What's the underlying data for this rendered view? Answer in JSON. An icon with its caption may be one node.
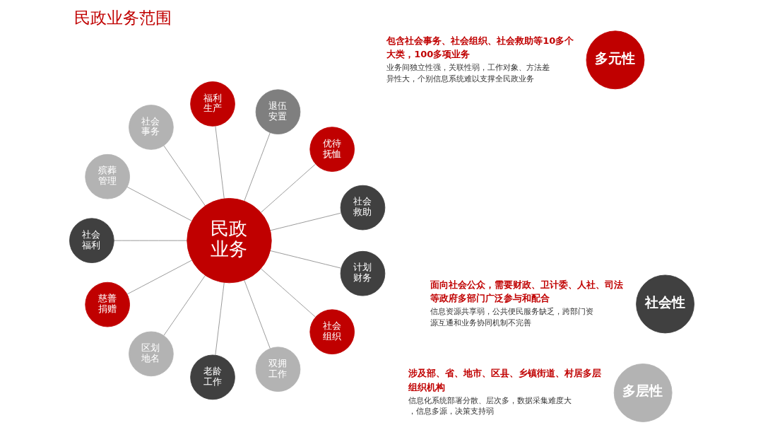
{
  "diagram": {
    "title": "民政业务范围",
    "nodes": [
      {
        "text": [
          "多元性"
        ],
        "beside": [
          "包含社会事务、社会组织、社会救助等10多个大类，100多项业务",
          "业务间独立性强，关联性弱，工作对象、方法差异性大，个别信息系统难以支撑全民政业务"
        ]
      },
      {
        "text": [
          "多层性"
        ],
        "beside": [
          "涉及部、省、地市、区县、乡镇街道、村居多层组织机构",
          "信息化系统部署分散、层次多，数据采集难度大，信息多源，决策支持弱"
        ]
      },
      {
        "text": [
          "社会性"
        ],
        "beside": [
          "面向社会公众，需要财政、卫计委、人社、司法等政府多部门广泛参与和配合",
          "信息资源共享弱，公共便民服务缺乏，跨部门资源互通和业务协同机制不完善"
        ]
      },
      {
        "text": [
          "民政业务"
        ]
      },
      {
        "text": [
          "社会救助"
        ]
      },
      {
        "text": [
          "优待抚恤"
        ]
      },
      {
        "text": [
          "退伍安置"
        ]
      },
      {
        "text": [
          "福利生产"
        ]
      },
      {
        "text": [
          "社会事务"
        ]
      },
      {
        "text": [
          "殡葬管理"
        ]
      },
      {
        "text": [
          "社会福利"
        ]
      },
      {
        "text": [
          "慈善捐赠"
        ]
      },
      {
        "text": [
          "区划地名"
        ]
      },
      {
        "text": [
          "老龄工作"
        ]
      },
      {
        "text": [
          "双拥工作"
        ]
      },
      {
        "text": [
          "社会组织"
        ]
      },
      {
        "text": [
          "计划财务"
        ]
      }
    ],
    "edges": [
      {
        "from": 3,
        "to": 4,
        "arrow": "none"
      },
      {
        "from": 3,
        "to": 5,
        "arrow": "none"
      },
      {
        "from": 3,
        "to": 6,
        "arrow": "none"
      },
      {
        "from": 3,
        "to": 7,
        "arrow": "none"
      },
      {
        "from": 3,
        "to": 8,
        "arrow": "none"
      },
      {
        "from": 3,
        "to": 9,
        "arrow": "none"
      },
      {
        "from": 3,
        "to": 10,
        "arrow": "none"
      },
      {
        "from": 3,
        "to": 11,
        "arrow": "none"
      },
      {
        "from": 3,
        "to": 12,
        "arrow": "none"
      },
      {
        "from": 3,
        "to": 13,
        "arrow": "none"
      },
      {
        "from": 3,
        "to": 14,
        "arrow": "none"
      },
      {
        "from": 3,
        "to": 15,
        "arrow": "none"
      },
      {
        "from": 3,
        "to": 16,
        "arrow": "none"
      }
    ]
  }
}
